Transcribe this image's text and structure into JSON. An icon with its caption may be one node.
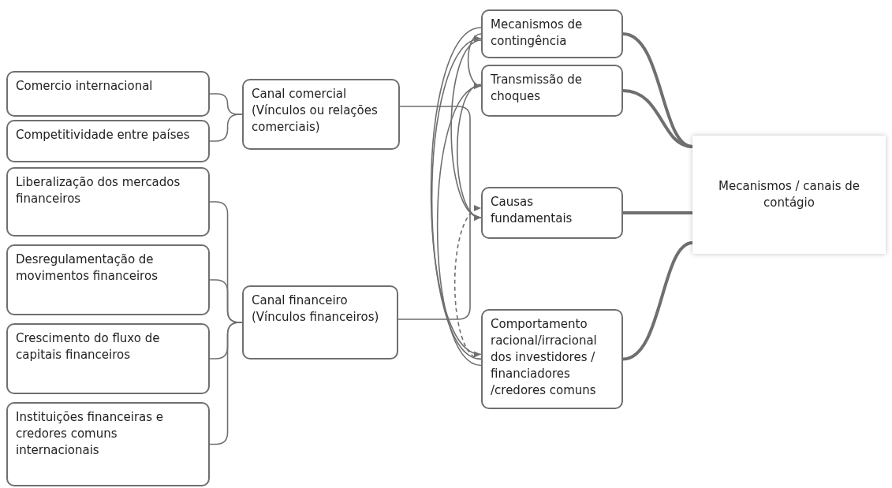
{
  "diagram": {
    "nodes": [
      {
        "text": [
          "Comercio internacional"
        ]
      },
      {
        "text": [
          "Competitividade entre países"
        ]
      },
      {
        "text": [
          "Canal comercial (Vínculos ou relações comerciais)"
        ]
      },
      {
        "text": [
          "Liberalização dos mercados financeiros"
        ]
      },
      {
        "text": [
          "Desregulamentação de movimentos financeiros"
        ]
      },
      {
        "text": [
          "Crescimento do fluxo de capitais financeiros"
        ]
      },
      {
        "text": [
          "Instituições financeiras e credores comuns internacionais"
        ]
      },
      {
        "text": [
          "Canal financeiro (Vínculos financeiros)"
        ]
      },
      {
        "text": [
          "Mecanismos de contingência"
        ]
      },
      {
        "text": [
          "Transmissão de choques"
        ]
      },
      {
        "text": [
          "Causas fundamentais"
        ]
      },
      {
        "text": [
          "Comportamento racional/irracional dos investidores / financiadores /credores comuns"
        ]
      },
      {
        "text": [
          "Mecanismos / canais de contágio"
        ]
      }
    ],
    "edges": [
      {
        "from": 0,
        "to": 2,
        "arrow": "none"
      },
      {
        "from": 1,
        "to": 2,
        "arrow": "none"
      },
      {
        "from": 3,
        "to": 7,
        "arrow": "none"
      },
      {
        "from": 4,
        "to": 7,
        "arrow": "none"
      },
      {
        "from": 5,
        "to": 7,
        "arrow": "none"
      },
      {
        "from": 6,
        "to": 7,
        "arrow": "none"
      },
      {
        "from": 2,
        "to": 7,
        "arrow": "none"
      },
      {
        "from": 8,
        "to": 9,
        "arrow": "to"
      },
      {
        "from": 8,
        "to": 10,
        "arrow": "to"
      },
      {
        "from": 8,
        "to": 11,
        "arrow": "to"
      },
      {
        "from": 11,
        "to": 8,
        "arrow": "to"
      },
      {
        "from": 11,
        "to": 9,
        "arrow": "to"
      },
      {
        "from": 9,
        "to": 10,
        "arrow": "to"
      },
      {
        "from": 11,
        "to": 10,
        "arrow": "to",
        "style": "dashed"
      },
      {
        "from": 8,
        "to": 12,
        "arrow": "none",
        "style": "thick"
      },
      {
        "from": 9,
        "to": 12,
        "arrow": "none",
        "style": "thick"
      },
      {
        "from": 10,
        "to": 12,
        "arrow": "none",
        "style": "thick"
      },
      {
        "from": 11,
        "to": 12,
        "arrow": "none",
        "style": "thick"
      }
    ]
  }
}
